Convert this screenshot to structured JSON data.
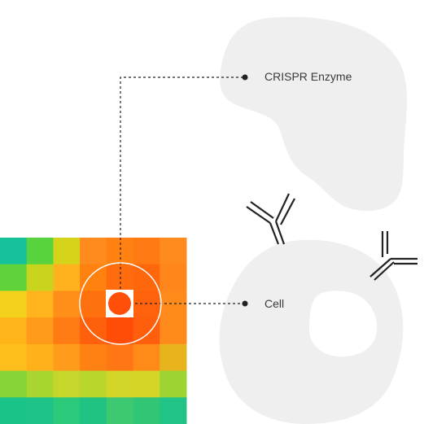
{
  "labels": {
    "crispr": "CRISPR Enzyme",
    "cell": "Cell"
  },
  "heatmap": {
    "rows": 7,
    "cols": 7,
    "cells": [
      [
        "#17c29a",
        "#58d33f",
        "#d5d21a",
        "#ff8a1e",
        "#ff8112",
        "#ff7a12",
        "#ff8a1e"
      ],
      [
        "#61d33a",
        "#c8d51c",
        "#ffb21e",
        "#ff8210",
        "#ff6c0e",
        "#ff670c",
        "#ff861a"
      ],
      [
        "#f2d21a",
        "#ffb31c",
        "#ff8f18",
        "#ff700e",
        "#ff5a0a",
        "#ff620c",
        "#ff8a1c"
      ],
      [
        "#ffb419",
        "#ff9a1a",
        "#ff7c14",
        "#ff600c",
        "#ff4d08",
        "#ff5e0c",
        "#ff8a1c"
      ],
      [
        "#ffbe1c",
        "#ffb11c",
        "#ff9c1c",
        "#ff8114",
        "#ff7614",
        "#ff8a18",
        "#e8b41e"
      ],
      [
        "#86d437",
        "#a8d52f",
        "#c5d72a",
        "#b8d62c",
        "#d3d528",
        "#d5d527",
        "#9ed431"
      ],
      [
        "#1ac489",
        "#1ec38a",
        "#2bc97a",
        "#21c382",
        "#3cc971",
        "#31c676",
        "#21c386"
      ]
    ]
  },
  "colors": {
    "blob": "#efefef",
    "leader": "#222222",
    "ring": "#ffffff",
    "spot": "#ff4f08",
    "antibody": "#222222"
  }
}
